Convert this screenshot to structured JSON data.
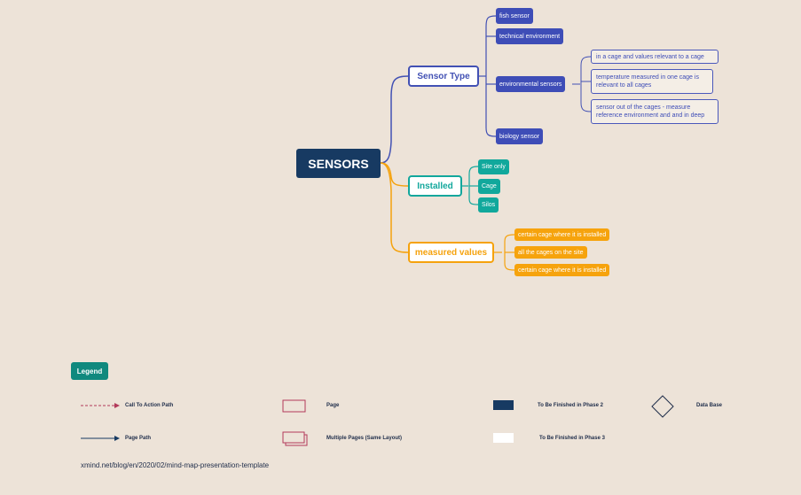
{
  "root": {
    "label": "SENSORS"
  },
  "branches": {
    "sensor_type": {
      "label": "Sensor Type",
      "items": [
        "fish sensor",
        "technical environment",
        "environmental sensors",
        "biology sensor"
      ],
      "env_children": [
        "in a cage and values relevant to a cage",
        "temperature measured in one cage is relevant to all cages",
        "sensor out of the cages - measure reference environment and and in deep"
      ]
    },
    "installed": {
      "label": "Installed",
      "items": [
        "Site only",
        "Cage",
        "Silos"
      ]
    },
    "measured": {
      "label": "measured values",
      "items": [
        "certain cage where it is installed",
        "all the cages on the site",
        "certain cage where it is installed"
      ]
    }
  },
  "legend": {
    "title": "Legend",
    "items": {
      "cta_path": "Call To Action Path",
      "page": "Page",
      "phase2": "To Be Finished in Phase 2",
      "database": "Data Base",
      "page_path": "Page Path",
      "multi_pages": "Multiple Pages (Same Layout)",
      "phase3": "To Be Finished in Phase 3"
    }
  },
  "footer": {
    "url": "xmind.net/blog/en/2020/02/mind-map-presentation-template"
  },
  "colors": {
    "background": "#ede3d8",
    "root": "#173a62",
    "blue": "#4251b4",
    "teal": "#12a79c",
    "orange": "#f5a20d",
    "legend_accent": "#b23a5a"
  }
}
